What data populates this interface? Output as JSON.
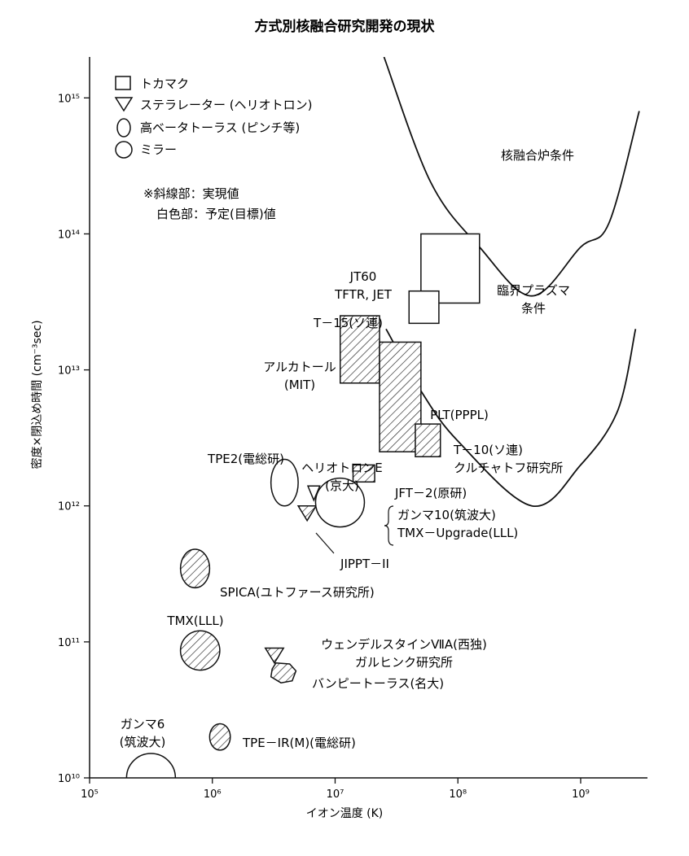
{
  "chart_data": {
    "type": "scatter",
    "title": "方式別核融合研究開発の現状",
    "xlabel": "イオン温度 (K)",
    "ylabel": "密度×閉込め時間 (cm⁻³sec)",
    "xscale": "log",
    "yscale": "log",
    "xlim": [
      100000,
      3500000000
    ],
    "ylim": [
      10000000000.0,
      2000000000000000.0
    ],
    "x_ticks": [
      "10⁵",
      "10⁶",
      "10⁷",
      "10⁸",
      "10⁹"
    ],
    "y_ticks": [
      "10¹⁰",
      "10¹¹",
      "10¹²",
      "10¹³",
      "10¹⁴",
      "10¹⁵"
    ],
    "legend": {
      "placement": "top-left",
      "items": [
        {
          "shape": "square",
          "label": "トカマク"
        },
        {
          "shape": "triangle",
          "label": "ステラレーター (ヘリオトロン)"
        },
        {
          "shape": "ellipse",
          "label": "高ベータトーラス (ピンチ等)"
        },
        {
          "shape": "circle",
          "label": "ミラー"
        }
      ],
      "note1": "※斜線部：実現値",
      "note2": "白色部：予定(目標)値"
    },
    "curves": [
      {
        "label": "核融合炉条件",
        "points": [
          [
            25000000.0,
            2000000000000000.0
          ],
          [
            60000000.0,
            240000000000000.0
          ],
          [
            150000000.0,
            80000000000000.0
          ],
          [
            400000000.0,
            35000000000000.0
          ],
          [
            1000000000.0,
            80000000000000.0
          ],
          [
            1700000000.0,
            120000000000000.0
          ],
          [
            3000000000.0,
            800000000000000.0
          ]
        ]
      },
      {
        "label": "臨界プラズマ条件",
        "points": [
          [
            26000000.0,
            20000000000000.0
          ],
          [
            50000000.0,
            7000000000000.0
          ],
          [
            100000000.0,
            3000000000000.0
          ],
          [
            400000000.0,
            1000000000000.0
          ],
          [
            1000000000.0,
            2000000000000.0
          ],
          [
            2000000000.0,
            5000000000000.0
          ],
          [
            2800000000.0,
            20000000000000.0
          ]
        ]
      }
    ],
    "regions": [
      {
        "label": "JT60\nTFTR, JET",
        "shape": "rect",
        "hatched": false,
        "x": [
          50000000,
          150000000
        ],
        "y": [
          31000000000000.0,
          100000000000000.0
        ]
      },
      {
        "label": "T－15(ソ連)",
        "shape": "rect",
        "hatched": false,
        "x": [
          40000000,
          70000000
        ],
        "y": [
          22000000000000.0,
          38000000000000.0
        ]
      },
      {
        "label": "アルカトール\n(MIT)",
        "shape": "rect",
        "hatched": true,
        "x": [
          11000000,
          23000000
        ],
        "y": [
          8000000000000.0,
          25000000000000.0
        ]
      },
      {
        "label": "PLT(PPPL)",
        "shape": "rect",
        "hatched": true,
        "x": [
          23000000,
          50000000
        ],
        "y": [
          2500000000000.0,
          16000000000000.0
        ]
      },
      {
        "label": "T－10(ソ連)\nクルチャトフ研究所",
        "shape": "rect",
        "hatched": true,
        "x": [
          45000000,
          72000000
        ],
        "y": [
          2300000000000.0,
          4000000000000.0
        ]
      },
      {
        "label": "JFT－2(原研)",
        "shape": "rect",
        "hatched": true,
        "x": [
          14000000,
          21000000
        ],
        "y": [
          1500000000000.0,
          2000000000000.0
        ]
      },
      {
        "label": "ヘリオトロンE\n(京大)",
        "shape": "triangle",
        "hatched": false,
        "x": [
          6000000,
          7500000
        ],
        "y": [
          1100000000000.0,
          1400000000000.0
        ]
      },
      {
        "label": "JIPPT－II",
        "shape": "triangle",
        "hatched": true,
        "x": [
          5000000,
          7000000
        ],
        "y": [
          780000000000.0,
          1000000000000.0
        ]
      },
      {
        "label": "TPE2(電総研)",
        "shape": "ellipse",
        "hatched": false,
        "x": [
          3000000,
          5000000
        ],
        "y": [
          1000000000000.0,
          2200000000000.0
        ]
      },
      {
        "label": "ガンマ10(筑波大)\nTMX－Upgrade(LLL)",
        "shape": "circle",
        "hatched": false,
        "x": [
          8000000,
          15000000
        ],
        "y": [
          700000000000.0,
          1600000000000.0
        ]
      },
      {
        "label": "SPICA(ユトファース研究所)",
        "shape": "ellipse",
        "hatched": true,
        "x": [
          550000,
          950000
        ],
        "y": [
          250000000000.0,
          480000000000.0
        ]
      },
      {
        "label": "TMX(LLL)",
        "shape": "circle",
        "hatched": true,
        "x": [
          550000,
          1150000
        ],
        "y": [
          65000000000.0,
          115000000000.0
        ]
      },
      {
        "label": "ウェンデルスタインⅦA(西独)\nガルヒンク研究所",
        "shape": "triangle",
        "hatched": true,
        "x": [
          2700000,
          3800000
        ],
        "y": [
          70000000000.0,
          90000000000.0
        ]
      },
      {
        "label": "バンピートーラス(名大)",
        "shape": "polygon",
        "hatched": true,
        "x": [
          3000000,
          4800000
        ],
        "y": [
          50000000000.0,
          70000000000.0
        ]
      },
      {
        "label": "TPE－IR(M)(電総研)",
        "shape": "ellipse",
        "hatched": true,
        "x": [
          950000,
          1400000
        ],
        "y": [
          16000000000.0,
          25000000000.0
        ]
      },
      {
        "label": "ガンマ6\n(筑波大)",
        "shape": "circle",
        "hatched": false,
        "x": [
          200000,
          500000
        ],
        "y": [
          10000000000.0,
          11500000000.0
        ]
      }
    ]
  }
}
